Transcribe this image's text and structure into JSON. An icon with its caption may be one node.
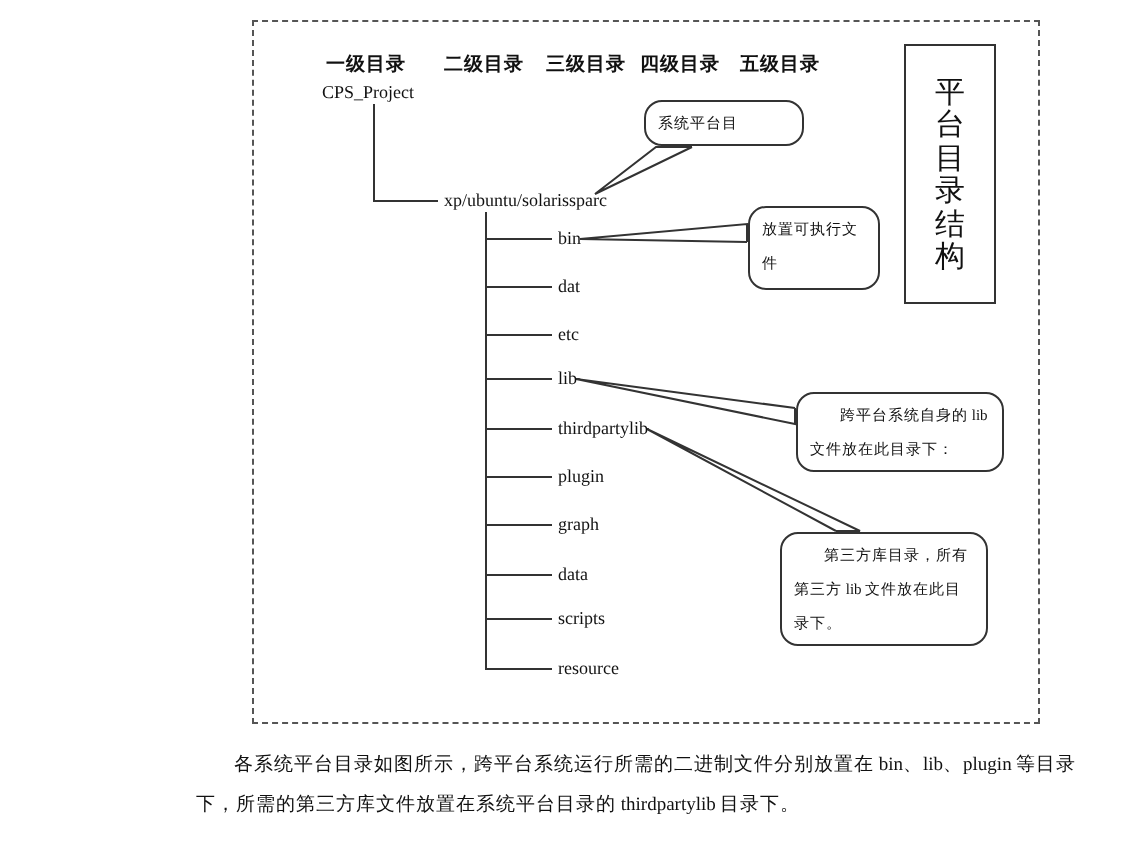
{
  "diagram": {
    "caption": "各系统平台目录如图所示，跨平台系统运行所需的二进制文件分别放置在 bin、lib、plugin 等目录下，所需的第三方库文件放置在系统平台目录的 thirdpartylib 目录下。",
    "nodes": [
      {
        "text": [
          "CPS_Project"
        ]
      },
      {
        "text": [
          "xp/ubuntu/solarissparc"
        ]
      },
      {
        "text": [
          "bin"
        ]
      },
      {
        "text": [
          "dat"
        ]
      },
      {
        "text": [
          "etc"
        ]
      },
      {
        "text": [
          "lib"
        ]
      },
      {
        "text": [
          "thirdpartylib"
        ]
      },
      {
        "text": [
          "plugin"
        ]
      },
      {
        "text": [
          "graph"
        ]
      },
      {
        "text": [
          "data"
        ]
      },
      {
        "text": [
          "scripts"
        ]
      },
      {
        "text": [
          "resource"
        ]
      },
      {
        "text": [
          "系统平台目"
        ]
      },
      {
        "text": [
          "放置可执行文件"
        ]
      },
      {
        "text": [
          "跨平台系统自身的 lib 文件放在此目录下："
        ]
      },
      {
        "text": [
          "第三方库目录，所有第三方 lib 文件放在此目录下。"
        ]
      },
      {
        "text": [
          "平台目录结构"
        ]
      }
    ],
    "edges": [
      {
        "from": 0,
        "to": 1,
        "arrow": "none"
      },
      {
        "from": 1,
        "to": 2,
        "arrow": "none"
      },
      {
        "from": 1,
        "to": 3,
        "arrow": "none"
      },
      {
        "from": 1,
        "to": 4,
        "arrow": "none"
      },
      {
        "from": 1,
        "to": 5,
        "arrow": "none"
      },
      {
        "from": 1,
        "to": 6,
        "arrow": "none"
      },
      {
        "from": 1,
        "to": 7,
        "arrow": "none"
      },
      {
        "from": 1,
        "to": 8,
        "arrow": "none"
      },
      {
        "from": 1,
        "to": 9,
        "arrow": "none"
      },
      {
        "from": 1,
        "to": 10,
        "arrow": "none"
      },
      {
        "from": 1,
        "to": 11,
        "arrow": "none"
      },
      {
        "from": 12,
        "to": 1,
        "arrow": "none"
      },
      {
        "from": 13,
        "to": 2,
        "arrow": "none"
      },
      {
        "from": 14,
        "to": 5,
        "arrow": "none"
      },
      {
        "from": 15,
        "to": 6,
        "arrow": "none"
      }
    ],
    "labels": [
      "一级目录",
      "二级目录",
      "三级目录",
      "四级目录",
      "五级目录"
    ]
  }
}
